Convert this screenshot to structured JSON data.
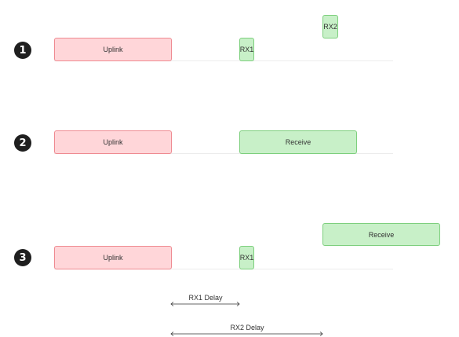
{
  "rows": [
    {
      "number": "1",
      "uplink": "Uplink",
      "rx1": "RX1",
      "rx2": "RX2"
    },
    {
      "number": "2",
      "uplink": "Uplink",
      "receive": "Receive"
    },
    {
      "number": "3",
      "uplink": "Uplink",
      "rx1": "RX1",
      "receive": "Receive"
    }
  ],
  "delays": {
    "rx1": "RX1 Delay",
    "rx2": "RX2 Delay"
  },
  "colors": {
    "uplink_fill": "#ffd6d9",
    "uplink_border": "#ef8a91",
    "rx_fill": "#c8f0c8",
    "rx_border": "#7dcf7d",
    "badge": "#1f1f1f"
  }
}
